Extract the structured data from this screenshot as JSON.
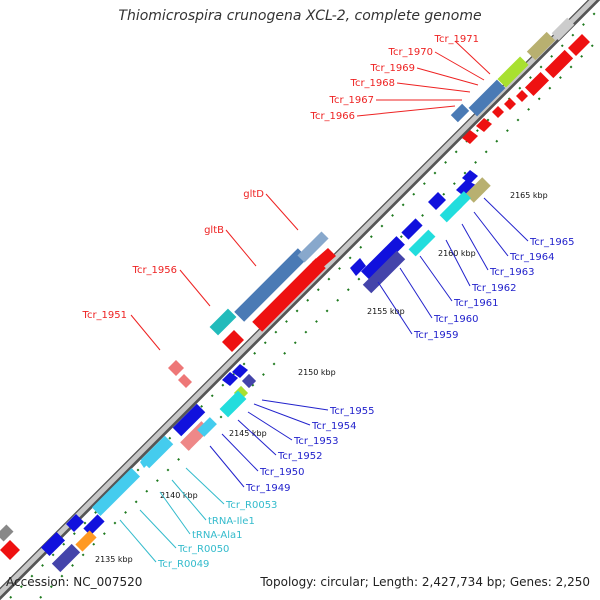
{
  "title": "Thiomicrospira crunogena XCL-2, complete genome",
  "accession": "Accession: NC_007520",
  "summary": "Topology: circular; Length: 2,427,734 bp; Genes: 2,250",
  "colors": {
    "backbone": "#b0b0b0",
    "backbone_edge": "#555555",
    "tick": "#1f7a1f",
    "cds_forward": "#ff0000",
    "cds_reverse": "#0000ee",
    "trna": "#44ccee",
    "red_label": "#ee2222",
    "blue_label": "#2222cc",
    "cyan_label": "#33bbcc"
  },
  "scale_labels": [
    "2135 kbp",
    "2140 kbp",
    "2145 kbp",
    "2150 kbp",
    "2155 kbp",
    "2160 kbp",
    "2165 kbp"
  ],
  "forward_labels": [
    "Tcr_1971",
    "Tcr_1970",
    "Tcr_1969",
    "Tcr_1968",
    "Tcr_1967",
    "Tcr_1966",
    "gltD",
    "gltB",
    "Tcr_1956",
    "Tcr_1951"
  ],
  "reverse_labels": [
    "Tcr_1965",
    "Tcr_1964",
    "Tcr_1963",
    "Tcr_1962",
    "Tcr_1961",
    "Tcr_1960",
    "Tcr_1959",
    "Tcr_1955",
    "Tcr_1954",
    "Tcr_1953",
    "Tcr_1952",
    "Tcr_1950",
    "Tcr_1949"
  ],
  "rna_labels": [
    "Tcr_R0053",
    "tRNA-Ile1",
    "tRNA-Ala1",
    "Tcr_R0050",
    "Tcr_R0049"
  ]
}
